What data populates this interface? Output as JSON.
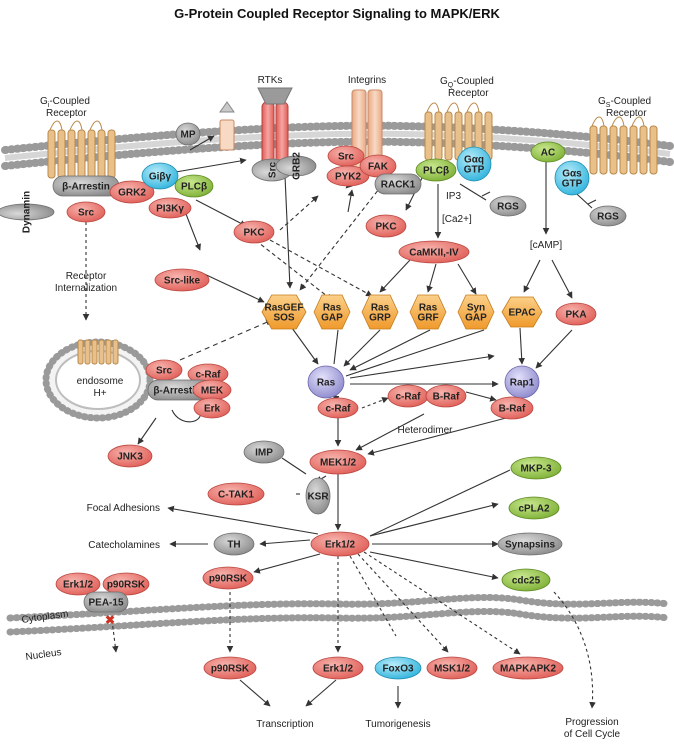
{
  "title": "G-Protein Coupled Receptor Signaling to MAPK/ERK",
  "labels": {
    "gi_receptor_1": "G",
    "gi_receptor_sub": "i",
    "gi_receptor_2": "-Coupled",
    "gi_receptor_3": "Receptor",
    "rtks": "RTKs",
    "integrins": "Integrins",
    "gq_receptor_1": "G",
    "gq_receptor_sub": "Q",
    "gq_receptor_2": "-Coupled",
    "gq_receptor_3": "Receptor",
    "gs_receptor_1": "G",
    "gs_receptor_sub": "S",
    "gs_receptor_2": "-Coupled",
    "gs_receptor_3": "Receptor",
    "receptor_internalization_1": "Receptor",
    "receptor_internalization_2": "Internalization",
    "endosome": "endosome",
    "h_plus": "H+",
    "heterodimer": "Heterodimer",
    "ip3": "IP3",
    "ca2": "[Ca2+]",
    "camp": "[cAMP]",
    "focal_adhesions": "Focal Adhesions",
    "catecholamines": "Catecholamines",
    "cytoplasm": "Cytoplasm",
    "nucleus": "Nucleus",
    "transcription": "Transcription",
    "tumorigenesis": "Tumorigenesis",
    "progression_1": "Progression",
    "progression_2": "of Cell Cycle"
  },
  "nodes": {
    "dynamin": "Dynamin",
    "mp": "MP",
    "src_rtk": "Src",
    "grb2": "GRB2",
    "b_arrestin": "β-Arrestin",
    "grk2": "GRK2",
    "src_top": "Src",
    "gibg": "Giβγ",
    "plcb_left": "PLCβ",
    "pi3k": "PI3Kγ",
    "src_mid": "Src",
    "pyk2": "PYK2",
    "fak": "FAK",
    "rack1": "RACK1",
    "plcb_right": "PLCβ",
    "gaq_1": "Gαq",
    "gaq_2": "GTP",
    "ac": "AC",
    "gas_1": "Gαs",
    "gas_2": "GTP",
    "rgs_q": "RGS",
    "rgs_s": "RGS",
    "pkc_left": "PKC",
    "pkc_right": "PKC",
    "camkii": "CaMKII,-IV",
    "src_like": "Src-like",
    "rasgef_1": "RasGEF",
    "rasgef_2": "SOS",
    "rasgap_1": "Ras",
    "rasgap_2": "GAP",
    "rasgrp_1": "Ras",
    "rasgrp_2": "GRP",
    "rasgrf_1": "Ras",
    "rasgrf_2": "GRF",
    "syngap_1": "Syn",
    "syngap_2": "GAP",
    "epac": "EPAC",
    "pka": "PKA",
    "src_endo": "Src",
    "craf_endo": "c-Raf",
    "b_arrestin1": "β-Arrestin1",
    "mek_endo": "MEK",
    "erk_endo": "Erk",
    "jnk3": "JNK3",
    "ras": "Ras",
    "rap1": "Rap1",
    "craf_ras": "c-Raf",
    "craf_het": "c-Raf",
    "braf_het": "B-Raf",
    "braf": "B-Raf",
    "imp": "IMP",
    "mek12": "MEK1/2",
    "ctak1": "C-TAK1",
    "ksr": "KSR",
    "mkp3": "MKP-3",
    "cpla2": "cPLA2",
    "th": "TH",
    "erk12": "Erk1/2",
    "synapsins": "Synapsins",
    "erk_pea": "Erk1/2",
    "p90_pea": "p90RSK",
    "pea15": "PEA-15",
    "p90rsk": "p90RSK",
    "cdc25": "cdc25",
    "p90rsk_nuc": "p90RSK",
    "erk_nuc": "Erk1/2",
    "foxo3": "FoxO3",
    "msk12": "MSK1/2",
    "mapkapk2": "MAPKAPK2"
  },
  "colors": {
    "red": "#e8716b",
    "gray": "#9b9b9b",
    "green": "#8fbf3f",
    "cyan": "#55c2e0",
    "orange": "#f3a83f",
    "purple": "#9b97d3",
    "receptor": "#e9c08a"
  }
}
